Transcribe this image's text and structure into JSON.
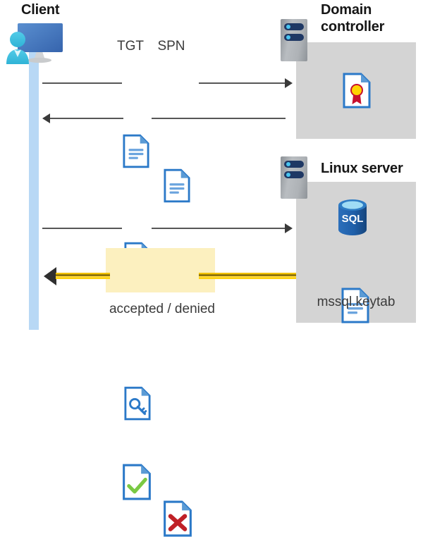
{
  "diagram": {
    "title_client": "Client",
    "title_domain_controller": "Domain\ncontroller",
    "title_linux_server": "Linux server",
    "keytab_label": "mssql.keytab",
    "result_label": "accepted / denied",
    "message_labels": {
      "tgt": "TGT",
      "spn": "SPN"
    },
    "icons": {
      "client": "client-workstation-icon",
      "server_rack": "server-rack-icon",
      "certificate": "certificate-document-icon",
      "sql_database": "sql-database-icon",
      "keytab_document": "text-document-icon",
      "ticket_document": "text-document-icon",
      "key_document": "key-document-icon",
      "accepted_document": "check-document-icon",
      "denied_document": "cross-document-icon"
    },
    "colors": {
      "panel_gray": "#d4d4d4",
      "lifeline_blue": "#b8d8f5",
      "arrow_gray": "#575757",
      "arrow_yellow": "#f2c200",
      "highlight_yellow": "#fcf0bf",
      "doc_blue": "#2b79c8",
      "accept_green": "#7ac943",
      "deny_red": "#c02026",
      "sql_blue": "#1f5fa9",
      "cert_gold": "#ffd300",
      "cert_red": "#c8102e",
      "person_cyan": "#41c0e0",
      "monitor_blue": "#3f73bd"
    },
    "flows": [
      {
        "name": "tgt-spn-request",
        "direction": "right",
        "from": "Client",
        "to": "Domain controller",
        "payload": [
          "TGT",
          "SPN"
        ]
      },
      {
        "name": "key-response",
        "direction": "left",
        "from": "Domain controller",
        "to": "Client",
        "payload": [
          "key-document"
        ]
      },
      {
        "name": "key-request",
        "direction": "right",
        "from": "Client",
        "to": "Linux server",
        "payload": [
          "key-document"
        ]
      },
      {
        "name": "auth-result",
        "direction": "left",
        "from": "Linux server",
        "to": "Client",
        "payload": [
          "accepted",
          "denied"
        ]
      }
    ]
  }
}
